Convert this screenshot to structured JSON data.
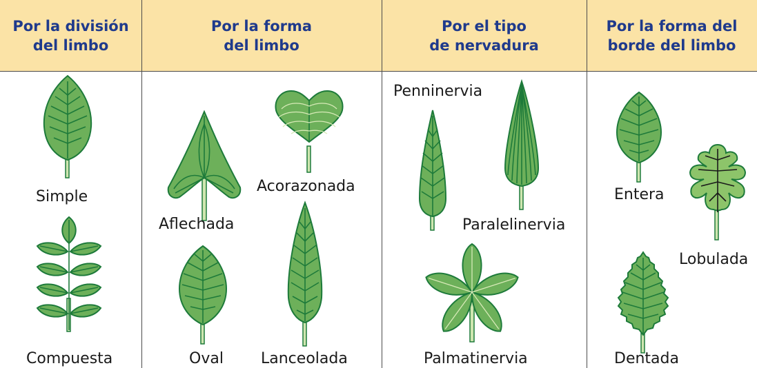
{
  "headers": {
    "division": "Por la división\ndel limbo",
    "forma": "Por la forma\ndel limbo",
    "nervadura": "Por el tipo\nde nervadura",
    "borde": "Por la forma del\nborde del limbo"
  },
  "labels": {
    "simple": "Simple",
    "compuesta": "Compuesta",
    "aflechada": "Aflechada",
    "acorazonada": "Acorazonada",
    "oval": "Oval",
    "lanceolada": "Lanceolada",
    "penninervia": "Penninervia",
    "paralelinervia": "Paralelinervia",
    "palmatinervia": "Palmatinervia",
    "entera": "Entera",
    "lobulada": "Lobulada",
    "dentada": "Dentada"
  },
  "colors": {
    "header_bg": "#fbe3a6",
    "header_text": "#1f3a8c",
    "leaf_fill": "#6db05a",
    "leaf_stroke": "#1d7a3a"
  }
}
